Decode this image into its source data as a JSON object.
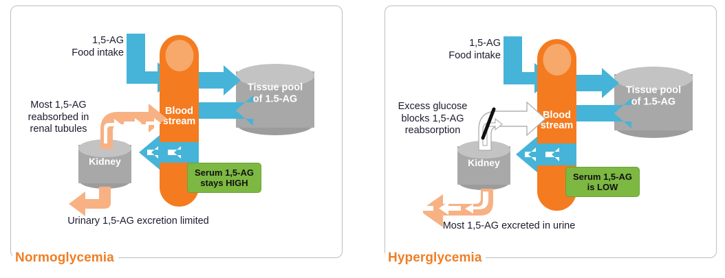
{
  "figure": {
    "type": "diagram",
    "title": "1,5-AG metabolism in normoglycemia vs hyperglycemia",
    "colors": {
      "orange": "#F47B20",
      "orange_light": "#F7A86B",
      "teal": "#45B4D8",
      "peach": "#F7B183",
      "green_badge": "#7DB842",
      "gray": "#A8A8A8",
      "caption_orange": "#F07E26",
      "panel_border": "#BDBDBD"
    }
  },
  "panels": [
    {
      "id": "normoglycemia",
      "caption": "Normoglycemia",
      "blood_stream_label": "Blood\nstream",
      "tissue_pool_label": "Tissue pool\nof 1.5-AG",
      "kidney_label": "Kidney",
      "food_intake_label": "1,5-AG\nFood intake",
      "reabsorption_label": "Most 1,5-AG\nreabsorbed in\nrenal tubules",
      "excretion_label": "Urinary 1,5-AG excretion limited",
      "serum_badge": "Serum 1,5-AG\nstays HIGH",
      "reabsorption_blocked": false
    },
    {
      "id": "hyperglycemia",
      "caption": "Hyperglycemia",
      "blood_stream_label": "Blood\nstream",
      "tissue_pool_label": "Tissue pool\nof 1.5-AG",
      "kidney_label": "Kidney",
      "food_intake_label": "1,5-AG\nFood intake",
      "reabsorption_label": "Excess glucose\nblocks 1,5-AG\nreabsorption",
      "excretion_label": "Most 1,5-AG excreted in urine",
      "serum_badge": "Serum 1,5-AG\nis LOW",
      "reabsorption_blocked": true
    }
  ]
}
